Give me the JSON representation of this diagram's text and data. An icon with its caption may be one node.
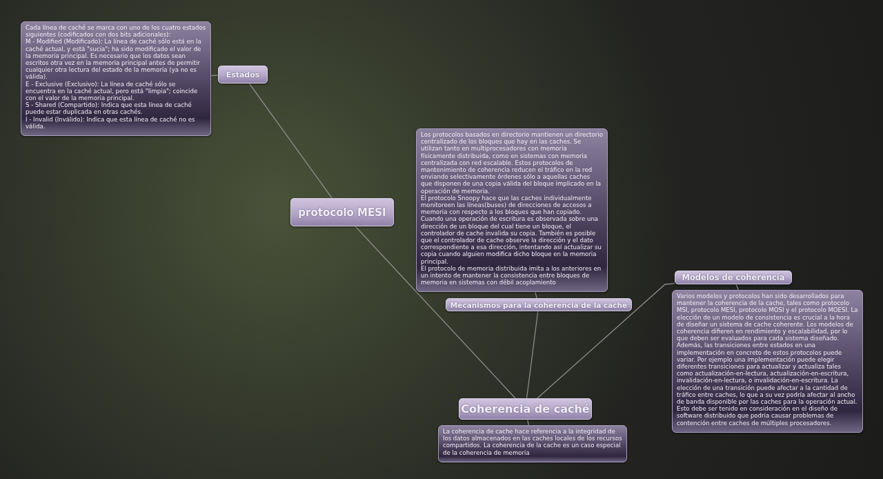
{
  "diagram": {
    "nodes": [
      {
        "text": [
          "Coherencia de caché"
        ]
      },
      {
        "text": [
          "La coherencia de cache hace referencia a la integridad de los datos almacenados en las caches locales de los recursos compartidos. La coherencia de la cache es un caso especial de la coherencia de memoria"
        ]
      },
      {
        "text": [
          "protocolo MESI"
        ]
      },
      {
        "text": [
          "Estados"
        ]
      },
      {
        "text": [
          "Cada línea de caché se marca con uno de los cuatro estados siguientes (codificados con dos bits adicionales):",
          "M - Modified (Modificado): La línea de caché sólo está en la caché actual, y está \"sucia\"; ha sido modificado el valor de la memoria principal. Es necesario que los datos sean escritos otra vez en la memoria principal antes de permitir cualquier otra lectura del estado de la memoria (ya no es válida).",
          "E - Exclusive (Exclusivo): La línea de caché sólo se encuentra en la caché actual, pero está \"limpia\"; coincide con el valor de la memoria principal.",
          "S - Shared (Compartido): Indica que esta línea de caché puede estar duplicada en otras cachés.",
          "I - Invalid (Inválido): Indica que esta línea de caché no es válida."
        ]
      },
      {
        "text": [
          "Mecanismos para la coherencia de la cache"
        ]
      },
      {
        "text": [
          "Los protocolos basados en directorio mantienen un directorio centralizado de los bloques que hay en las caches. Se utilizan tanto en multiprocesadores con memoria físicamente distribuida, como en sistemas con memoria centralizada con red escalable. Estos protocolos de mantenimiento de coherencia reducen el tráfico en la red enviando selectivamente órdenes sólo a aquellas caches que disponen de una copia válida del bloque implicado en la operación de memoria.",
          "El protocolo Snoopy hace que las caches individualmente monitoreen las líneas(buses) de direcciones de accesos a memoria con respecto a los bloques que han copiado. Cuando una operación de escritura es observada sobre una dirección de un bloque del cual tiene un bloque, el controlador de cache invalida su copia. También es posible que el controlador de cache observe la dirección y el dato correspondiente a esa dirección, intentando así actualizar su copia cuando alguien modifica dicho bloque en la memoria principal.",
          "El protocolo de memoria distribuida imita a los anteriores en un intento de mantener la consistencia entre bloques de memoria en sistemas con débil acoplamiento"
        ]
      },
      {
        "text": [
          "Modelos de coherencia"
        ]
      },
      {
        "text": [
          "Varios modelos y protocolos han sido desarrollados para mantener la coherencia de la cache, tales como protocolo MSI, protocolo MESI, protocolo MOSI y el protocolo MOESI. La elección de un modelo de consistencia es crucial a la hora de diseñar un sistema de cache coherente. Los modelos de coherencia difieren en rendimiento y escalabilidad, por lo que deben ser evaluados para cada sistema diseñado. Además, las transiciones entre estados en una implementación en concreto de estos protocolos puede variar. Por ejemplo una implementación puede elegir diferentes transiciones para actualizar y actualiza tales como actualización-en-lectura, actualización-en-escritura, invalidación-en-lectura, o invalidación-en-escritura. La elección de una transición puede afectar a la cantidad de tráfico entre caches, lo que a su vez podría afectar al ancho de banda disponible por las caches para la operación actual. Esto debe ser tenido en consideración en el diseño de software distribuido que podría causar problemas de contención entre caches de múltiples procesadores."
        ]
      }
    ],
    "edges": [
      {
        "from": 0,
        "to": 1,
        "arrow": "none"
      },
      {
        "from": 0,
        "to": 2,
        "arrow": "none"
      },
      {
        "from": 2,
        "to": 3,
        "arrow": "none"
      },
      {
        "from": 3,
        "to": 4,
        "arrow": "none"
      },
      {
        "from": 0,
        "to": 5,
        "arrow": "none"
      },
      {
        "from": 5,
        "to": 6,
        "arrow": "none"
      },
      {
        "from": 0,
        "to": 7,
        "arrow": "none"
      },
      {
        "from": 7,
        "to": 8,
        "arrow": "none"
      }
    ]
  }
}
